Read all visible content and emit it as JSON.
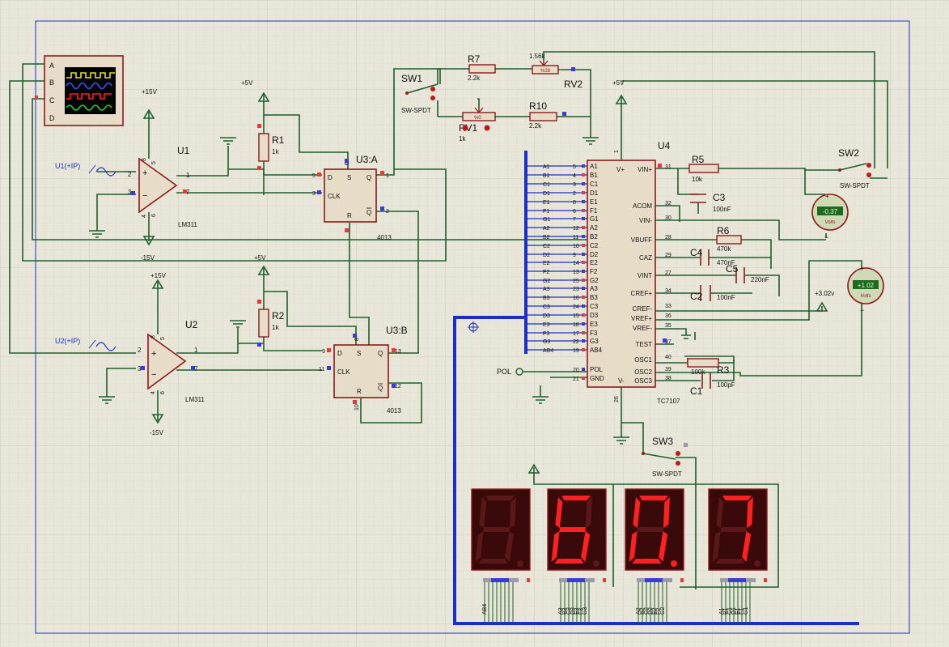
{
  "colors": {
    "background": "#e8e6d8",
    "grid": "#cfcbbb",
    "wire": "#1d5e2c",
    "component": "#8c1a1a",
    "component_fill": "#e7dcc7",
    "pin_red": "#e23b3b",
    "pin_blue": "#3a3ad6",
    "bus": "#1b2fc7",
    "frame": "#1b2fc7",
    "seg_on": "#ff2020",
    "seg_off": "#5a1818",
    "seg_bg": "#3a0a0a",
    "text": "#111111",
    "meter_bg": "#cfd9b5",
    "meter_lcd": "#1f6a1f"
  },
  "oscilloscope": {
    "label": "oscilloscope",
    "channels": [
      "A",
      "B",
      "C",
      "D"
    ]
  },
  "comparators": [
    {
      "ref": "U1",
      "part": "LM311",
      "input_label": "U1(+IP)",
      "vplus": "+15V",
      "vminus": "-15V",
      "pins": [
        "2",
        "3",
        "1",
        "7",
        "8",
        "4",
        "5",
        "6"
      ]
    },
    {
      "ref": "U2",
      "part": "LM311",
      "input_label": "U2(+IP)",
      "vplus": "+15V",
      "vminus": "-15V",
      "pins": [
        "2",
        "3",
        "1",
        "7",
        "8",
        "4",
        "5",
        "6"
      ]
    }
  ],
  "resistors": [
    {
      "ref": "R1",
      "value": "1k"
    },
    {
      "ref": "R2",
      "value": "1k"
    },
    {
      "ref": "R7",
      "value": "2.2k"
    },
    {
      "ref": "R10",
      "value": "2.2k"
    },
    {
      "ref": "R5",
      "value": "10k"
    },
    {
      "ref": "R6",
      "value": "470k"
    },
    {
      "ref": "R3",
      "value": "100k"
    }
  ],
  "pots": [
    {
      "ref": "RV1",
      "value": "1k",
      "tag": "%0"
    },
    {
      "ref": "RV2",
      "value": "1.56k",
      "tag": "%28"
    }
  ],
  "supplies": {
    "p5": "+5V",
    "p5b": "+5V",
    "p5c": "+5V",
    "ref_label": "+3.02v"
  },
  "flipflops": [
    {
      "ref": "U3:A",
      "part": "4013",
      "pins": {
        "d": "D",
        "s": "S",
        "clk": "CLK",
        "q": "Q",
        "r": "R",
        "qbar": "Q"
      },
      "nums": [
        "5",
        "6",
        "3",
        "1",
        "4",
        "2"
      ]
    },
    {
      "ref": "U3:B",
      "part": "4013",
      "pins": {
        "d": "D",
        "s": "S",
        "clk": "CLK",
        "q": "Q",
        "r": "R",
        "qbar": "Q"
      },
      "nums": [
        "9",
        "8",
        "11",
        "13",
        "10",
        "12"
      ]
    }
  ],
  "switches": [
    {
      "ref": "SW1",
      "part": "SW-SPDT"
    },
    {
      "ref": "SW2",
      "part": "SW-SPDT"
    },
    {
      "ref": "SW3",
      "part": "SW-SPDT"
    }
  ],
  "adc": {
    "ref": "U4",
    "part": "TC7107",
    "left_pins": [
      {
        "name": "A1",
        "num": "5",
        "net": "A1"
      },
      {
        "name": "B1",
        "num": "4",
        "net": "B1"
      },
      {
        "name": "C1",
        "num": "3",
        "net": "C1"
      },
      {
        "name": "D1",
        "num": "2",
        "net": "D1"
      },
      {
        "name": "E1",
        "num": "8",
        "net": "E1"
      },
      {
        "name": "F1",
        "num": "6",
        "net": "F1"
      },
      {
        "name": "G1",
        "num": "7",
        "net": "G1"
      },
      {
        "name": "A2",
        "num": "12",
        "net": "A2"
      },
      {
        "name": "B2",
        "num": "11",
        "net": "B2"
      },
      {
        "name": "C2",
        "num": "10",
        "net": "C2"
      },
      {
        "name": "D2",
        "num": "9",
        "net": "D2"
      },
      {
        "name": "E2",
        "num": "14",
        "net": "E2"
      },
      {
        "name": "F2",
        "num": "13",
        "net": "F2"
      },
      {
        "name": "G2",
        "num": "25",
        "net": "G2"
      },
      {
        "name": "A3",
        "num": "23",
        "net": "A3"
      },
      {
        "name": "B3",
        "num": "16",
        "net": "B3"
      },
      {
        "name": "C3",
        "num": "24",
        "net": "C3"
      },
      {
        "name": "D3",
        "num": "15",
        "net": "D3"
      },
      {
        "name": "E3",
        "num": "18",
        "net": "E3"
      },
      {
        "name": "F3",
        "num": "17",
        "net": "F3"
      },
      {
        "name": "G3",
        "num": "22",
        "net": "G3"
      },
      {
        "name": "AB4",
        "num": "19",
        "net": "AB4"
      },
      {
        "name": "POL",
        "num": "20",
        "net": ""
      },
      {
        "name": "GND",
        "num": "21",
        "net": ""
      }
    ],
    "right_pins": [
      {
        "name": "VIN+",
        "num": "31"
      },
      {
        "name": "ACOM",
        "num": "32"
      },
      {
        "name": "VIN-",
        "num": "30"
      },
      {
        "name": "VBUFF",
        "num": "28"
      },
      {
        "name": "CAZ",
        "num": "29"
      },
      {
        "name": "VINT",
        "num": "27"
      },
      {
        "name": "CREF+",
        "num": "34"
      },
      {
        "name": "CREF-",
        "num": "33"
      },
      {
        "name": "VREF+",
        "num": "36"
      },
      {
        "name": "VREF-",
        "num": "35"
      },
      {
        "name": "TEST",
        "num": "37"
      },
      {
        "name": "OSC1",
        "num": "40"
      },
      {
        "name": "OSC2",
        "num": "39"
      },
      {
        "name": "OSC3",
        "num": "38"
      }
    ],
    "top_pins": [
      {
        "name": "V+",
        "num": "1"
      }
    ],
    "bottom_pins": [
      {
        "name": "V-",
        "num": "26"
      }
    ],
    "pol_label": "POL"
  },
  "capacitors": [
    {
      "ref": "C3",
      "value": "100nF"
    },
    {
      "ref": "C4",
      "value": "470nF"
    },
    {
      "ref": "C5",
      "value": "220nF"
    },
    {
      "ref": "C2",
      "value": "100nF"
    },
    {
      "ref": "C1",
      "value": "100pF"
    }
  ],
  "meters": [
    {
      "id": "vm1",
      "value": "-0.37",
      "unit": "Volts"
    },
    {
      "id": "vm2",
      "value": "+1.02",
      "unit": "Volts"
    }
  ],
  "displays": [
    {
      "digit": "blank",
      "segments": [],
      "pin_labels": [
        "AB4"
      ]
    },
    {
      "digit": "6",
      "segments": [
        "a",
        "c",
        "d",
        "e",
        "f",
        "g"
      ],
      "pin_labels": [
        "A3",
        "B3",
        "C3",
        "D3",
        "E3",
        "F3",
        "G3"
      ]
    },
    {
      "digit": "0.",
      "segments": [
        "a",
        "b",
        "c",
        "d",
        "e",
        "f",
        "dp"
      ],
      "pin_labels": [
        "A2",
        "B2",
        "C2",
        "D2",
        "E2",
        "F2",
        "G2"
      ]
    },
    {
      "digit": "7",
      "segments": [
        "a",
        "b",
        "c"
      ],
      "pin_labels": [
        "A1",
        "B1",
        "C1",
        "D1",
        "E1",
        "F1",
        "G1"
      ]
    }
  ]
}
